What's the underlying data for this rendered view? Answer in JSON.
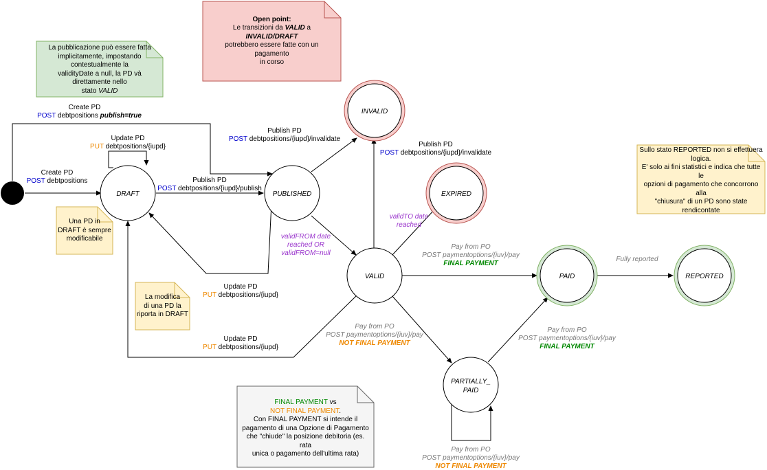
{
  "colors": {
    "post": "#0000cc",
    "put": "#ee8800",
    "final": "#008800",
    "not_final": "#ee8800",
    "guard": "#9933cc",
    "gray": "#777777",
    "final_ring": "#82b366",
    "final_fill": "#d5e8d4",
    "error_ring": "#b85450",
    "error_fill": "#f8cecc",
    "note_green": "#d5e8d4",
    "note_red": "#f8cecc",
    "note_yellow": "#fff2cc",
    "note_gray": "#f5f5f5"
  },
  "states": {
    "draft": "DRAFT",
    "published": "PUBLISHED",
    "invalid": "INVALID",
    "expired": "EXPIRED",
    "valid": "VALID",
    "paid": "PAID",
    "reported": "REPORTED",
    "partially_paid_1": "PARTIALLY_",
    "partially_paid_2": "PAID"
  },
  "labels": {
    "create_pd": "Create PD",
    "create_pd_top": "Create PD",
    "update_pd": "Update PD",
    "update_pd_2": "Update PD",
    "update_pd_3": "Update PD",
    "publish_pd": "Publish PD",
    "publish_pd_2": "Publish PD",
    "publish_pd_3": "Publish PD",
    "post": "POST",
    "put": "PUT",
    "ep_debtpositions": "debtpositions",
    "ep_debtpositions_iupd": "debtpositions/{iupd}",
    "ep_publish": "debtpositions/{iupd}/publish",
    "ep_invalidate": "debtpositions/{iupd}/invalidate",
    "publish_true": "publish=true",
    "guard_from_1": "validFROM date",
    "guard_from_2": "reached OR",
    "guard_from_3": "validFROM=null",
    "guard_to_1": "validTO date",
    "guard_to_2": "reached",
    "pay_from_po": "Pay from PO",
    "post_payment": "POST paymentoptions/{iuv}/pay",
    "final_payment": "FINAL PAYMENT",
    "not_final_payment": "NOT FINAL PAYMENT",
    "fully_reported": "Fully reported"
  },
  "notes": {
    "publish_implicit": {
      "line1": "La pubblicazione può essere fatta",
      "line2": "implicitamente, impostando contestualmente la",
      "line3": "validityDate a null, la PD và direttamente nello",
      "line4_prefix": "stato ",
      "line4_em": "VALID"
    },
    "open_point": {
      "title": "Open point:",
      "line1_prefix": "Le transizioni da ",
      "line1_em1": "VALID",
      "line1_mid": " a ",
      "line1_em2": "INVALID/DRAFT",
      "line2": "potrebbero essere fatte con un pagamento",
      "line3": "in corso"
    },
    "draft_modifiable": {
      "line1": "Una PD in",
      "line2": "DRAFT è sempre",
      "line3": "modificabile"
    },
    "modify_returns": {
      "line1": "La modifica",
      "line2": "di una PD la",
      "line3": "riporta in DRAFT"
    },
    "reported": {
      "line1": "Sullo stato REPORTED non si effettuera",
      "line2": "logica.",
      "line3": "E' solo ai fini statistici e indica che tutte le",
      "line4": "opzioni di pagamento che concorrono alla",
      "line5": "\"chiusura\" di un PD sono state",
      "line6": "rendicontate"
    },
    "final_vs": {
      "final": "FINAL PAYMENT",
      "vs": " vs",
      "not_final": "NOT FINAL PAYMENT",
      "dot": ".",
      "line3": "Con FINAL PAYMENT si intende il",
      "line4": "pagamento di una Opzione di Pagamento",
      "line5": "che \"chiude\" la posizione debitoria (es. rata",
      "line6": "unica o pagamento dell'ultima rata)"
    }
  }
}
